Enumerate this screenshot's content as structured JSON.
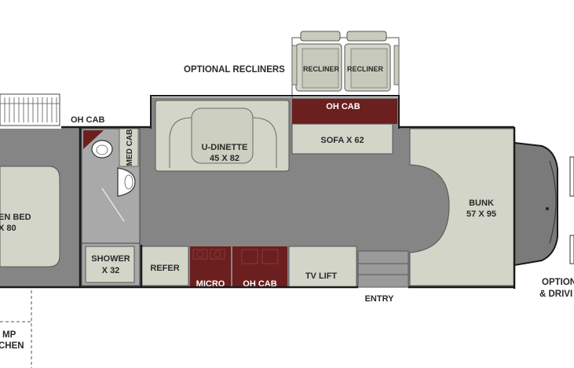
{
  "colors": {
    "floor": "#858585",
    "furniture": "#d3d5c8",
    "cabinet": "#6b1f1f",
    "wall": "#1a1a1a",
    "background": "#ffffff"
  },
  "labels": {
    "optional_recliners": "OPTIONAL RECLINERS",
    "recliner_left": "RECLINER",
    "recliner_right": "RECLINER",
    "oh_cab_left": "OH CAB",
    "oh_cab_top": "OH CAB",
    "med_cab": "MED CAB",
    "u_dinette": "U-DINETTE",
    "u_dinette_size": "45 X 82",
    "sofa": "SOFA X 62",
    "bunk": "BUNK",
    "bunk_size": "57 X 95",
    "bed": "EN BED",
    "bed_size": "X 80",
    "shower": "SHOWER",
    "shower_size": "X 32",
    "refer": "REFER",
    "micro": "MICRO",
    "oh_cab_bottom": "OH CAB",
    "tv_lift": "TV LIFT",
    "entry": "ENTRY",
    "option_right_1": "OPTION",
    "option_right_2": "& DRIVI",
    "bottom_left_1": "MP",
    "bottom_left_2": "CHEN"
  }
}
